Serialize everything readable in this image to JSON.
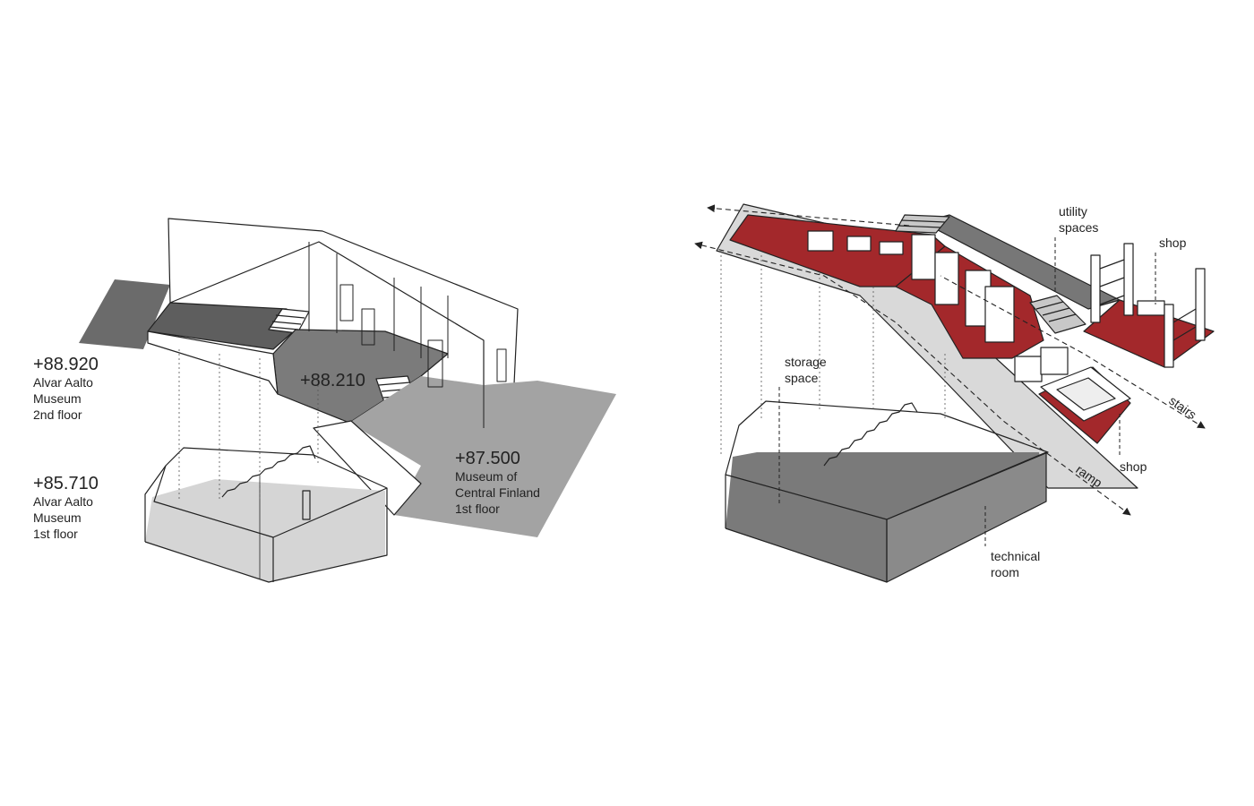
{
  "left_diagram": {
    "levels": [
      {
        "elevation": "+88.920",
        "name": [
          "Alvar Aalto",
          "Museum",
          "2nd floor"
        ]
      },
      {
        "elevation": "+88.210",
        "name": []
      },
      {
        "elevation": "+85.710",
        "name": [
          "Alvar Aalto",
          "Museum",
          "1st floor"
        ]
      },
      {
        "elevation": "+87.500",
        "name": [
          "Museum of",
          "Central Finland",
          "1st floor"
        ]
      }
    ]
  },
  "right_diagram": {
    "labels": {
      "utility": [
        "utility",
        "spaces"
      ],
      "shop_top": "shop",
      "storage": [
        "storage",
        "space"
      ],
      "stairs": "stairs",
      "ramp": "ramp",
      "shop_bottom": "shop",
      "technical": [
        "technical",
        "room"
      ]
    },
    "colors": {
      "shop_floor": "#a3282b",
      "dark_floor": "#6e6e6e",
      "mid_floor": "#a7a7a7",
      "light_floor": "#d7d7d7"
    }
  }
}
